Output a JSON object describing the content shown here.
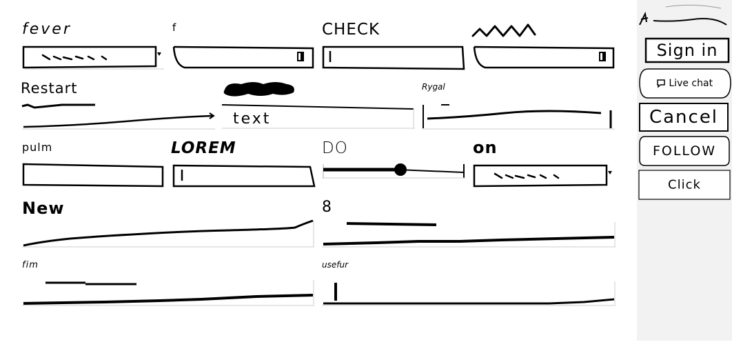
{
  "form": {
    "rows": [
      {
        "fields": [
          {
            "id": "fever",
            "label": "fever",
            "kind": "dropdown",
            "value": ""
          },
          {
            "id": "f2",
            "label": "f",
            "kind": "dropdown",
            "value": ""
          },
          {
            "id": "check",
            "label": "CHECK",
            "kind": "text-input",
            "value": ""
          },
          {
            "id": "zigzag",
            "label": "",
            "kind": "dropdown",
            "value": ""
          }
        ]
      },
      {
        "fields": [
          {
            "id": "restart",
            "label": "Restart",
            "kind": "line-chart"
          },
          {
            "id": "blob",
            "label": "",
            "kind": "textarea",
            "value": "text"
          },
          {
            "id": "rygal",
            "label": "Rygal",
            "kind": "line-chart"
          }
        ]
      },
      {
        "fields": [
          {
            "id": "pulm",
            "label": "pulm",
            "kind": "text-input",
            "value": ""
          },
          {
            "id": "lorem",
            "label": "LOREM",
            "kind": "text-input",
            "value": ""
          },
          {
            "id": "do",
            "label": "DO",
            "kind": "slider",
            "level": 0.55
          },
          {
            "id": "on",
            "label": "on",
            "kind": "dropdown",
            "value": ""
          }
        ]
      },
      {
        "fields": [
          {
            "id": "new",
            "label": "New",
            "kind": "line-chart"
          },
          {
            "id": "eight",
            "label": "8",
            "kind": "bar-chart"
          }
        ]
      },
      {
        "fields": [
          {
            "id": "fim",
            "label": "fim",
            "kind": "bar-chart"
          },
          {
            "id": "usefur",
            "label": "usefur",
            "kind": "bar-chart"
          }
        ]
      }
    ]
  },
  "sidebar": {
    "header": "",
    "buttons": [
      {
        "id": "signin",
        "label": "Sign in"
      },
      {
        "id": "livechat",
        "label": "Live chat",
        "icon": "chat-bubble-icon"
      },
      {
        "id": "cancel",
        "label": "Cancel"
      },
      {
        "id": "follow",
        "label": "FOLLOW"
      },
      {
        "id": "click",
        "label": "Click"
      }
    ]
  }
}
